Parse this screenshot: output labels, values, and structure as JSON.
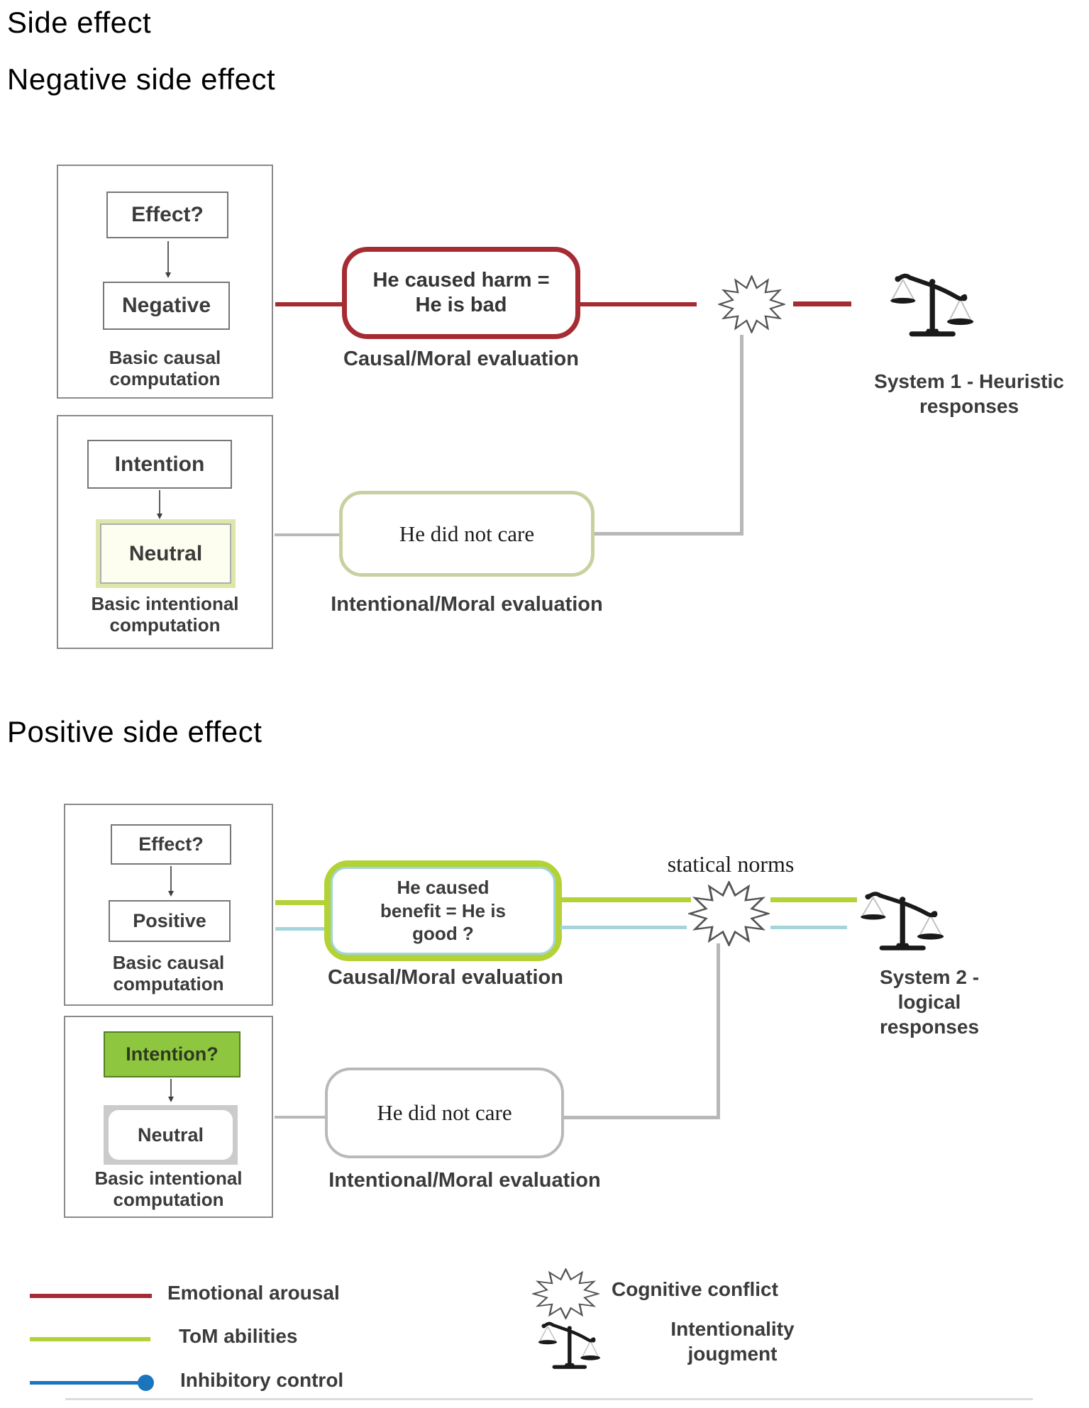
{
  "titles": {
    "main": "Side effect",
    "negative": "Negative side effect",
    "positive": "Positive side effect"
  },
  "negative": {
    "causal_group": {
      "box1": "Effect?",
      "box2": "Negative",
      "caption": "Basic causal computation"
    },
    "intent_group": {
      "box1": "Intention",
      "box2": "Neutral",
      "caption": "Basic intentional computation"
    },
    "bubble_lines": [
      "He caused harm =",
      "He is bad"
    ],
    "bubble_caption": "Causal/Moral evaluation",
    "care_bubble": "He did not care",
    "care_caption": "Intentional/Moral evaluation",
    "system_lines": [
      "System 1 - Heuristic",
      "responses"
    ]
  },
  "positive": {
    "causal_group": {
      "box1": "Effect?",
      "box2": "Positive",
      "caption": "Basic causal computation"
    },
    "intent_group": {
      "box1": "Intention?",
      "box2": "Neutral",
      "caption": "Basic intentional computation"
    },
    "bubble_lines": [
      "He caused",
      "benefit = He is",
      "good ?"
    ],
    "bubble_caption": "Causal/Moral evaluation",
    "statical_norms": "statical norms",
    "care_bubble": "He did not care",
    "care_caption": "Intentional/Moral evaluation",
    "system_lines": [
      "System 2 -",
      "logical",
      "responses"
    ]
  },
  "legend": {
    "emotional": "Emotional arousal",
    "tom": "ToM abilities",
    "inhibitory": "Inhibitory control",
    "conflict": "Cognitive conflict",
    "intentionality_lines": [
      "Intentionality",
      "jougment"
    ]
  },
  "icons": {
    "starburst": "cognitive-conflict-starburst",
    "scales": "intentionality-judgment-balance-scale"
  },
  "colors": {
    "red": "#a62c33",
    "green": "#b2d235",
    "light_blue": "#a3d5db",
    "legend_blue": "#1b75bc",
    "olive": "#c9d0a0",
    "olive_light": "#dde6ab",
    "intention_green": "#8ec63f",
    "gray": "#b8b8b8"
  }
}
